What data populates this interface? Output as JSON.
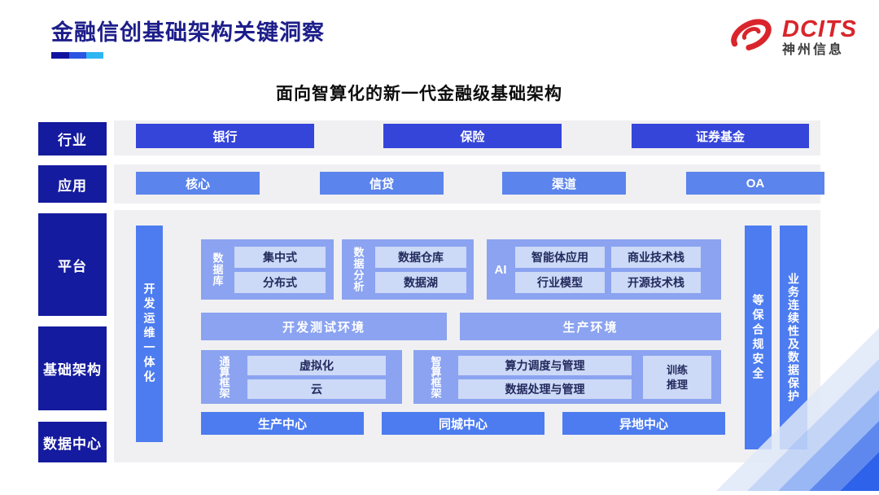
{
  "header": {
    "title": "金融信创基础架构关键洞察",
    "logo": {
      "brand": "DCITS",
      "company": "神州信息"
    },
    "subtitle": "面向智算化的新一代金融级基础架构"
  },
  "palette": {
    "rail_navy": "#151b9e",
    "industry_blue": "#3645d9",
    "app_blue": "#5b84ec",
    "bar_blue": "#4d7cf0",
    "section_blue": "#8ba3f0",
    "inner_light": "#ccd9f7",
    "panel_gray": "#f0f0f2",
    "title_navy": "#1d1e8a",
    "brand_red": "#d9252b",
    "accent_cyan": "#2fb5f2"
  },
  "rail": {
    "industry": "行业",
    "application": "应用",
    "platform": "平台",
    "infrastructure": "基础架构",
    "datacenter": "数据中心"
  },
  "industry_row": {
    "items": [
      "银行",
      "保险",
      "证券基金"
    ]
  },
  "application_row": {
    "items": [
      "核心",
      "信贷",
      "渠道",
      "OA"
    ]
  },
  "platform": {
    "devops_bar": "开发运维一体化",
    "security_bar": "等保合规安全",
    "continuity_bar": "业务连续性及数据保护",
    "database": {
      "label": "数据库",
      "items": [
        "集中式",
        "分布式"
      ]
    },
    "analytics": {
      "label": "数据分析",
      "items": [
        "数据仓库",
        "数据湖"
      ]
    },
    "ai": {
      "label": "AI",
      "items": [
        "智能体应用",
        "商业技术栈",
        "行业模型",
        "开源技术栈"
      ]
    },
    "dev_env": "开发测试环境",
    "prod_env": "生产环境",
    "general_compute": {
      "label": "通算框架",
      "items": [
        "虚拟化",
        "云"
      ]
    },
    "ai_compute": {
      "label": "智算框架",
      "items": [
        "算力调度与管理",
        "数据处理与管理"
      ],
      "train_infer": [
        "训练",
        "推理"
      ]
    }
  },
  "datacenter_row": {
    "items": [
      "生产中心",
      "同城中心",
      "异地中心"
    ]
  }
}
